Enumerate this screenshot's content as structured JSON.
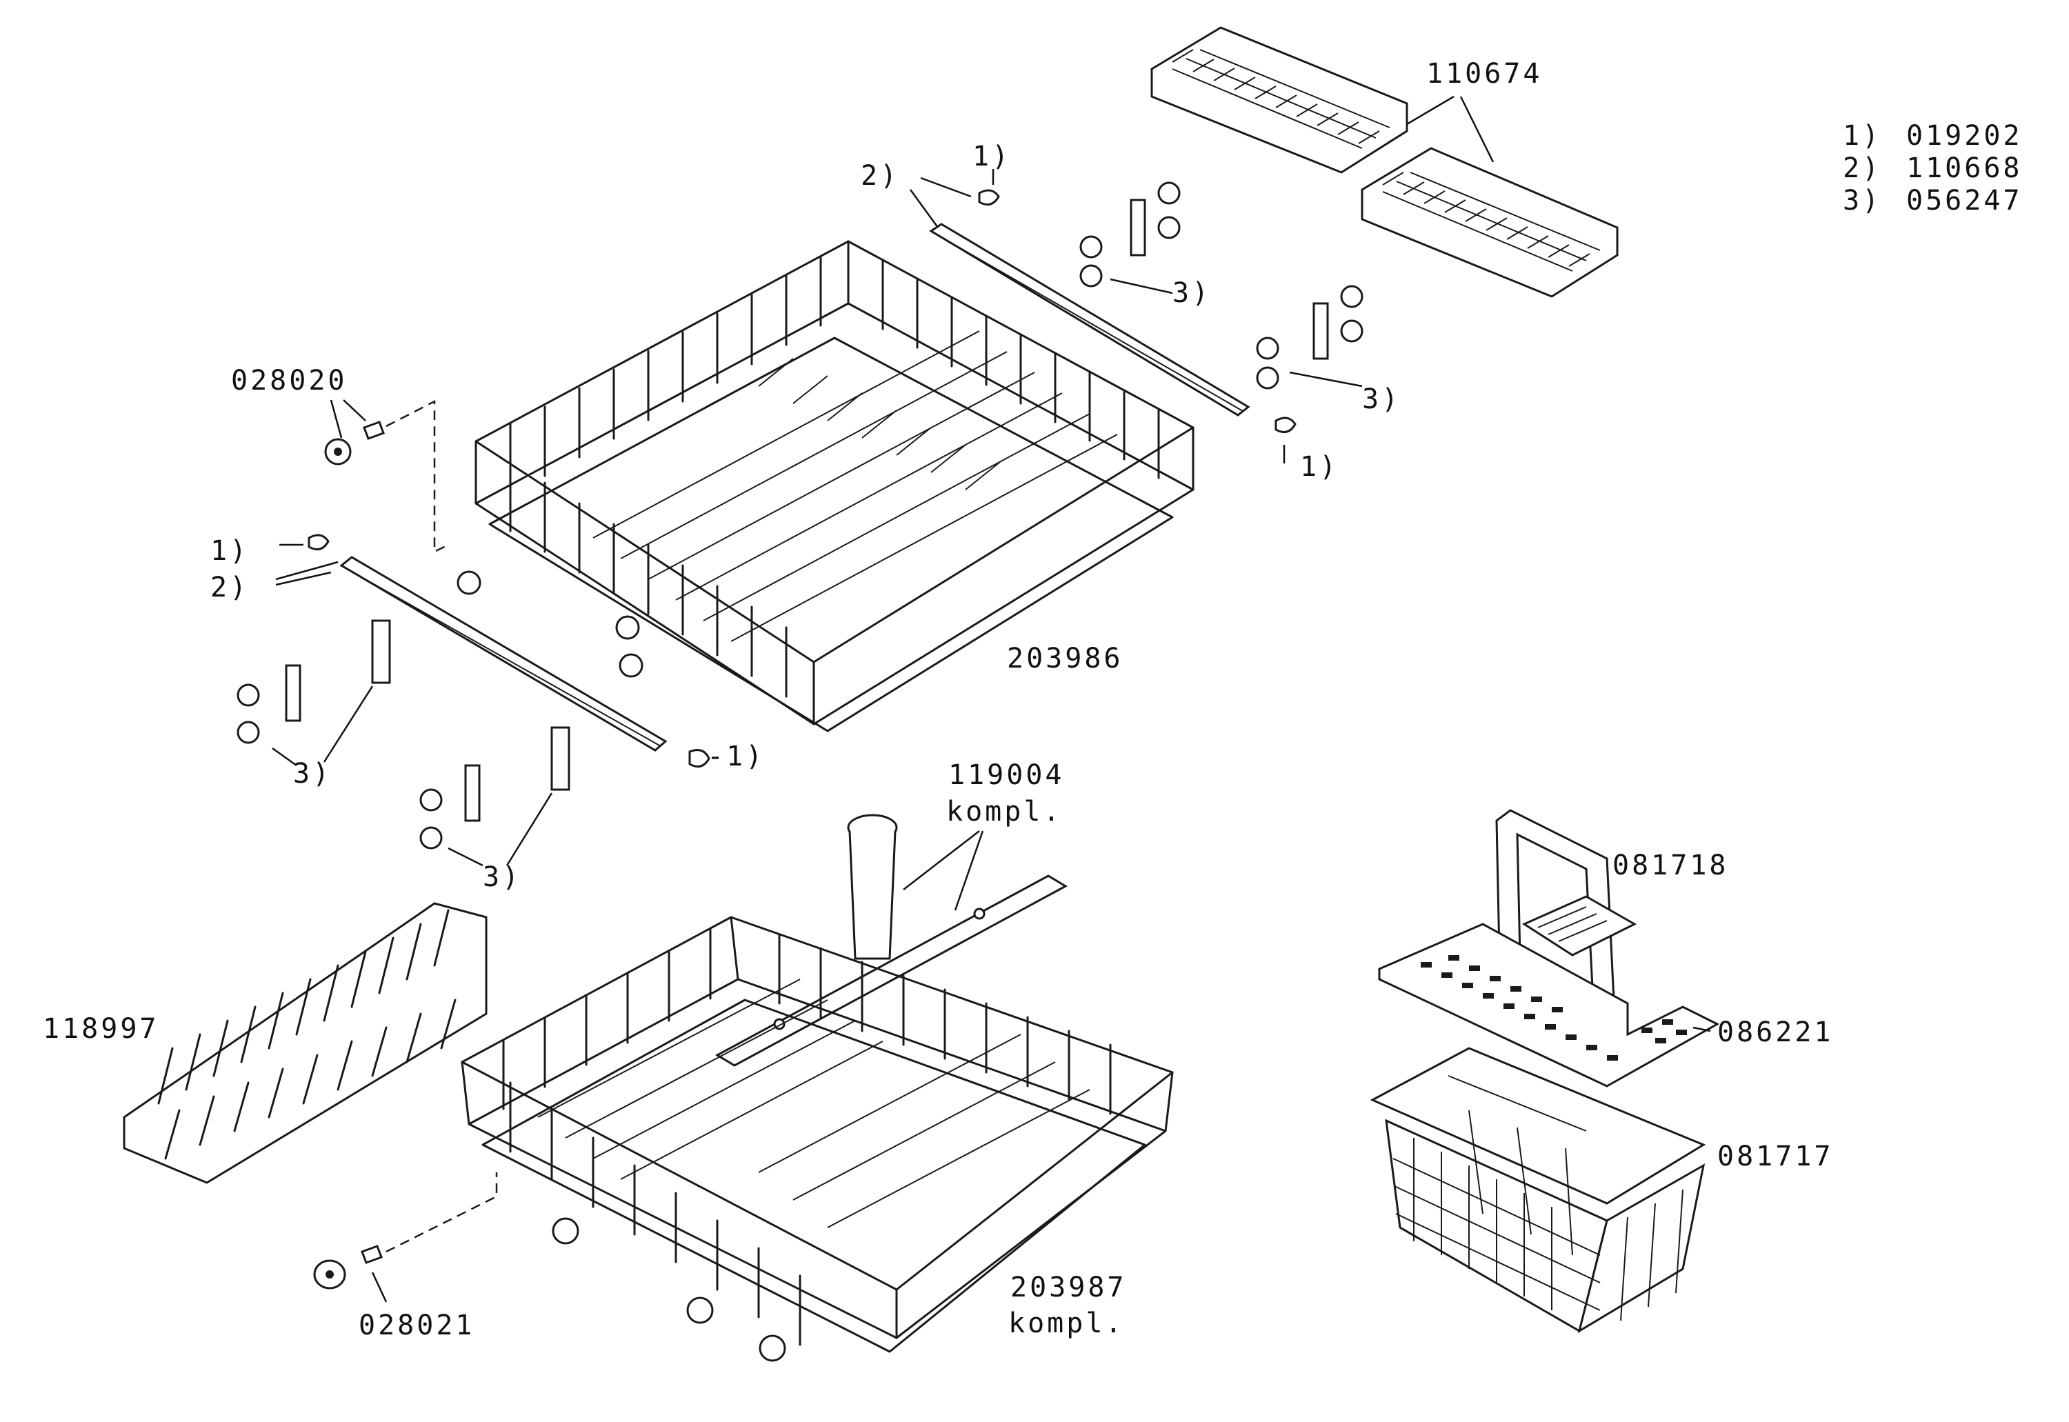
{
  "legend": [
    {
      "key": "1)",
      "code": "019202"
    },
    {
      "key": "2)",
      "code": "110668"
    },
    {
      "key": "3)",
      "code": "056247"
    }
  ],
  "parts": {
    "upper_basket": "203986",
    "lower_basket_code": "203987",
    "lower_basket_note": "kompl.",
    "spray_arm_code": "119004",
    "spray_arm_note": "kompl.",
    "cup_racks": "110674",
    "wheel_upper": "028020",
    "wheel_lower": "028021",
    "plate_insert": "118997",
    "basket_handle": "081718",
    "basket_lid": "086221",
    "cutlery_basket": "081717"
  },
  "callouts": {
    "one": "1)",
    "two": "2)",
    "three": "3)",
    "dash_one": "-1)"
  }
}
